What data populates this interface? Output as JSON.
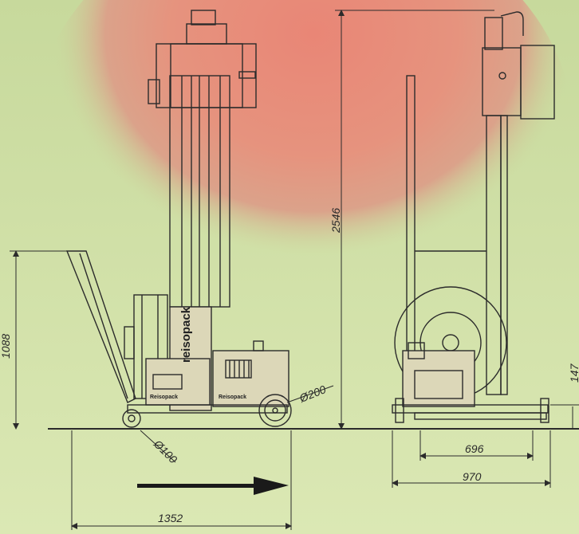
{
  "colors": {
    "background_green": "#c9dd9e",
    "background_red": "#e58a7c",
    "line": "#2b2b2b",
    "arrow": "#1a1a1a"
  },
  "dimensions": {
    "handle_height": "1088",
    "total_height": "2546",
    "right_partial": "147",
    "small_wheel": "Ø100",
    "large_wheel": "Ø200",
    "base_width": "1352",
    "side_inner": "696",
    "side_outer": "970"
  },
  "brand": "Reisopack",
  "brand_full": "reisopack"
}
